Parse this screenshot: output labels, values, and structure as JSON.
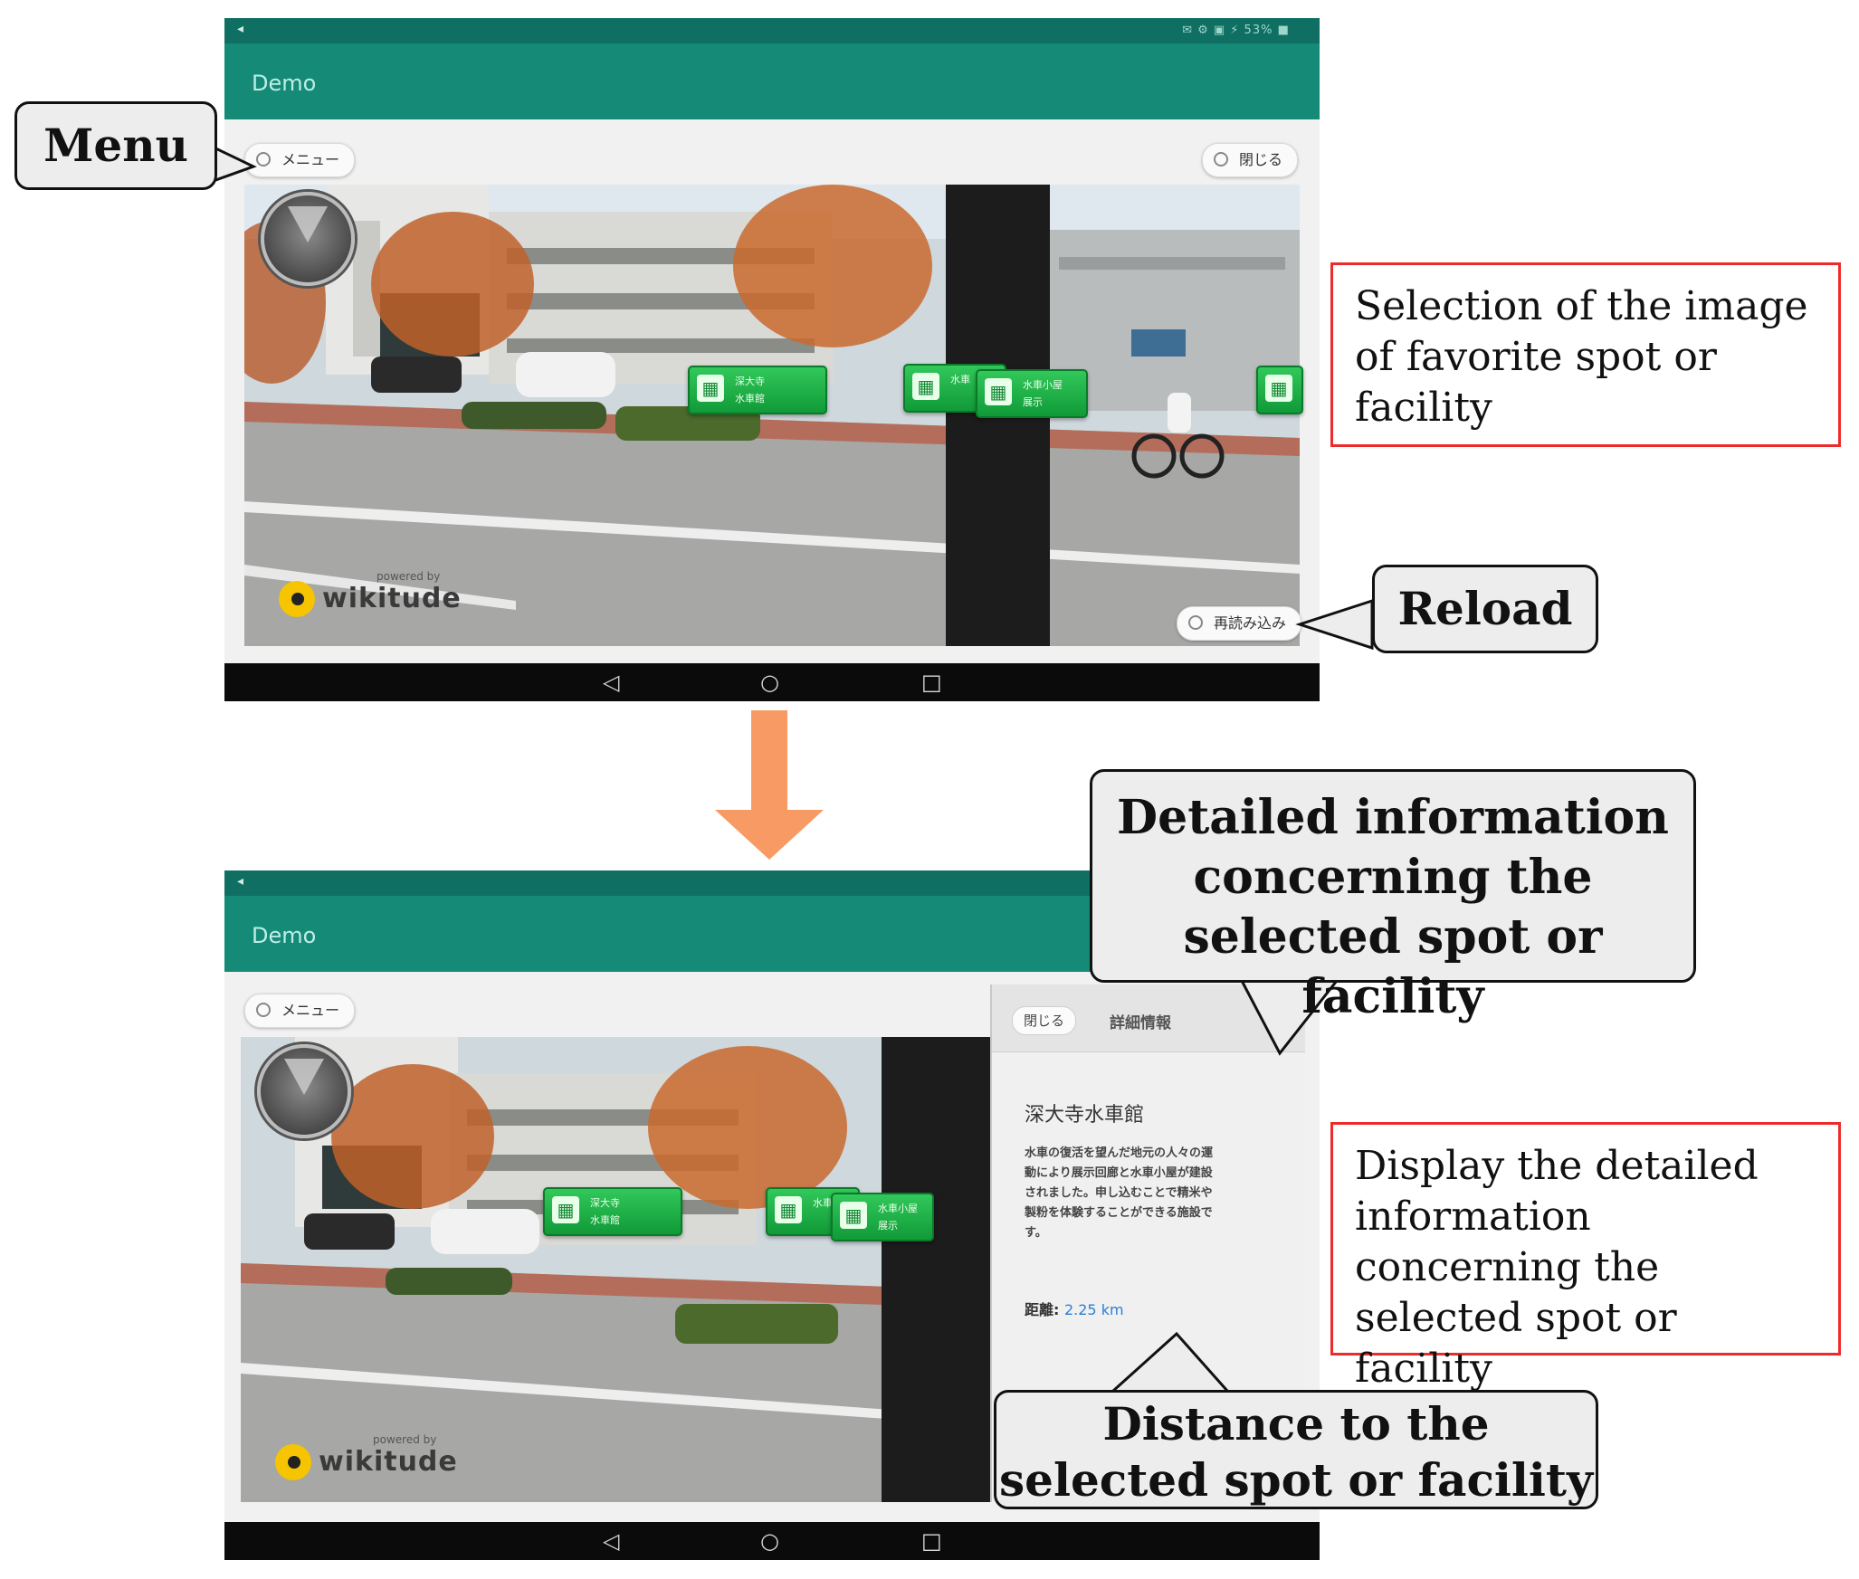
{
  "top_screen": {
    "app_title": "Demo",
    "status_left": "◂",
    "status_right": "✉ ⚙ ▣ ⚡ 53% ■  ",
    "menu_button": "メニュー",
    "close_button": "閉じる",
    "reload_button": "再読み込み",
    "wikitude_powered": "powered by",
    "wikitude_name": "wikitude",
    "markers": [
      {
        "line1": "深大寺",
        "line2": "水車館"
      },
      {
        "line1": "水車",
        "line2": ""
      },
      {
        "line1": "水車小屋",
        "line2": "展示"
      }
    ],
    "nav": {
      "back": "◁",
      "home": "○",
      "recent": "□"
    }
  },
  "bottom_screen": {
    "app_title": "Demo",
    "status_left": "◂",
    "menu_button": "メニュー",
    "wikitude_powered": "powered by",
    "wikitude_name": "wikitude",
    "markers": [
      {
        "line1": "深大寺",
        "line2": "水車館"
      },
      {
        "line1": "水車",
        "line2": ""
      },
      {
        "line1": "水車小屋",
        "line2": "展示"
      }
    ],
    "panel": {
      "close_button": "閉じる",
      "tab": "詳細情報",
      "title": "深大寺水車館",
      "description": "水車の復活を望んだ地元の人々の運動により展示回廊と水車小屋が建設されました。申し込むことで精米や製粉を体験することができる施設です。",
      "distance_label": "距離:",
      "distance_value": "2.25 km"
    },
    "nav": {
      "back": "◁",
      "home": "○",
      "recent": "□"
    }
  },
  "annotations": {
    "menu": "Menu",
    "reload": "Reload",
    "selection": "Selection of the image of favorite spot or facility",
    "detailed_info": "Detailed information concerning the selected spot or facility",
    "display_detail": "Display the detailed information concerning the selected spot or facility",
    "distance": "Distance to the selected spot or facility"
  },
  "colors": {
    "app_bar": "#148a77",
    "status_bar": "#0e6f62",
    "marker_green": "#1fae45",
    "flow_arrow": "#f89a63",
    "annotation_border": "#ee2b2b",
    "distance_link": "#2a7fd4"
  }
}
